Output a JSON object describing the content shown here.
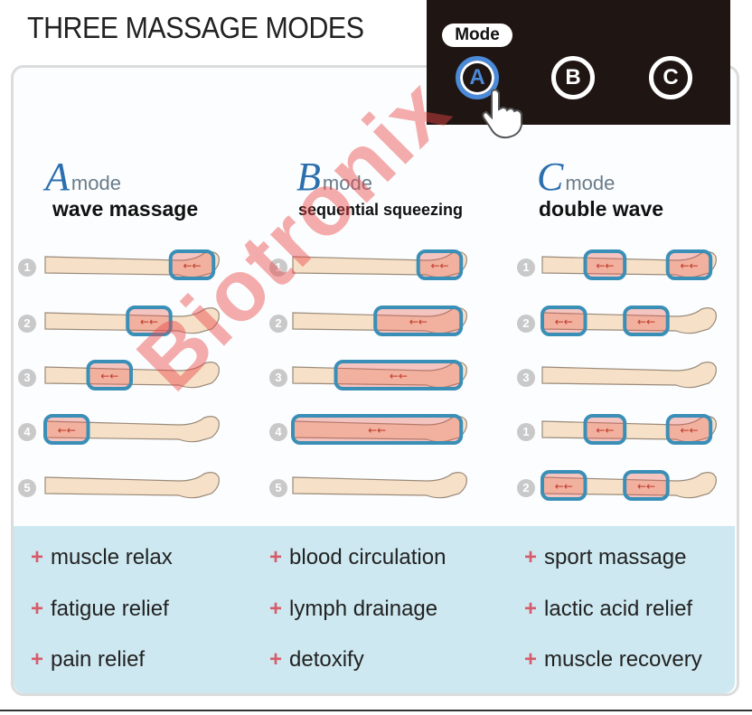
{
  "title": "THREE MASSAGE MODES",
  "mode_panel": {
    "label": "Mode",
    "buttons": [
      "A",
      "B",
      "C"
    ],
    "active": "A",
    "active_color": "#4a8ad8"
  },
  "modes": [
    {
      "letter": "A",
      "word": "mode",
      "subtitle": "wave massage",
      "steps": [
        "1",
        "2",
        "3",
        "4",
        "5"
      ]
    },
    {
      "letter": "B",
      "word": "mode",
      "subtitle": "sequential squeezing",
      "steps": [
        "1",
        "2",
        "3",
        "4",
        "5"
      ]
    },
    {
      "letter": "C",
      "word": "mode",
      "subtitle": "double wave",
      "steps": [
        "1",
        "2",
        "3",
        "1",
        "2"
      ]
    }
  ],
  "benefits": [
    [
      "muscle relax",
      "fatigue relief",
      "pain relief"
    ],
    [
      "blood circulation",
      "lymph drainage",
      "detoxify"
    ],
    [
      "sport massage",
      "lactic acid relief",
      "muscle recovery"
    ]
  ],
  "plus_symbol": "+",
  "watermark": "Biotronix",
  "colors": {
    "cuff_blue": "#3a8fb7",
    "pressure_red": "#e85a4f",
    "skin": "#f6e1c8",
    "benefit_bg": "#cde8f0"
  }
}
